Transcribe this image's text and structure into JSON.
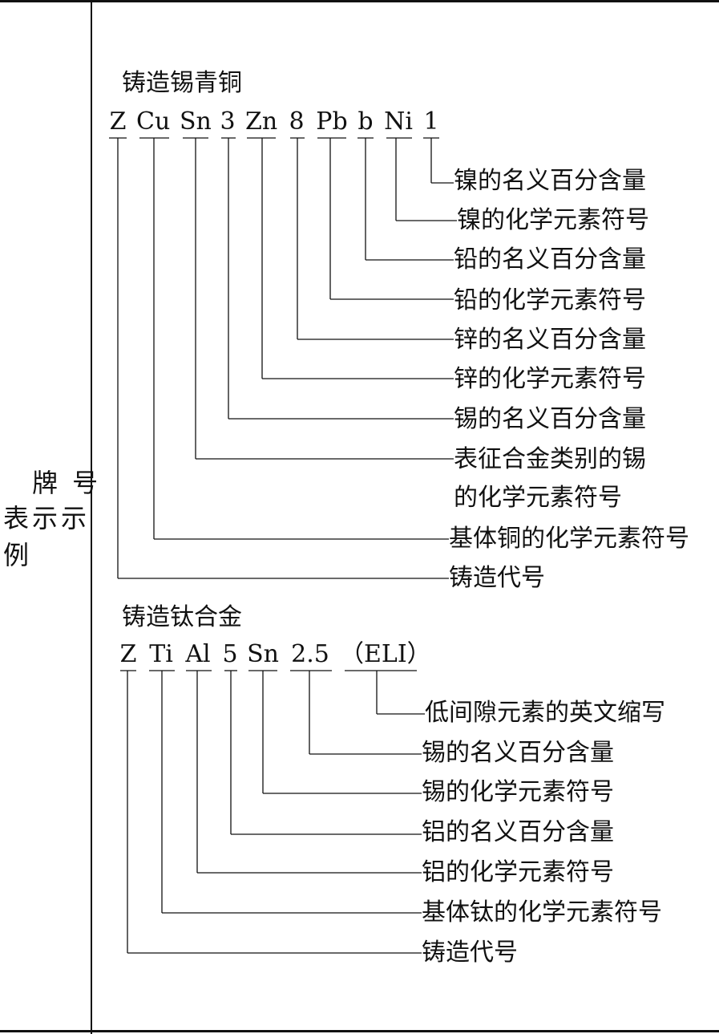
{
  "side_label": {
    "line1": "牌 号",
    "line2": "表示示",
    "line3": "例"
  },
  "example1": {
    "title": "铸造锡青铜",
    "tokens": [
      "Z",
      "Cu",
      "Sn",
      "3",
      "Zn",
      "8",
      "Pb",
      "b",
      "Ni",
      "1"
    ],
    "labels": [
      "镍的名义百分含量",
      "镍的化学元素符号",
      "铅的名义百分含量",
      "铅的化学元素符号",
      "锌的名义百分含量",
      "锌的化学元素符号",
      "锡的名义百分含量",
      "表征合金类别的锡",
      "的化学元素符号",
      "基体铜的化学元素符号",
      "铸造代号"
    ]
  },
  "example2": {
    "title": "铸造钛合金",
    "tokens": [
      "Z",
      "Ti",
      "Al",
      "5",
      "Sn",
      "2.5",
      "（ELI）"
    ],
    "labels": [
      "低间隙元素的英文缩写",
      "锡的名义百分含量",
      "锡的化学元素符号",
      "铝的名义百分含量",
      "铝的化学元素符号",
      "基体钛的化学元素符号",
      "铸造代号"
    ]
  }
}
